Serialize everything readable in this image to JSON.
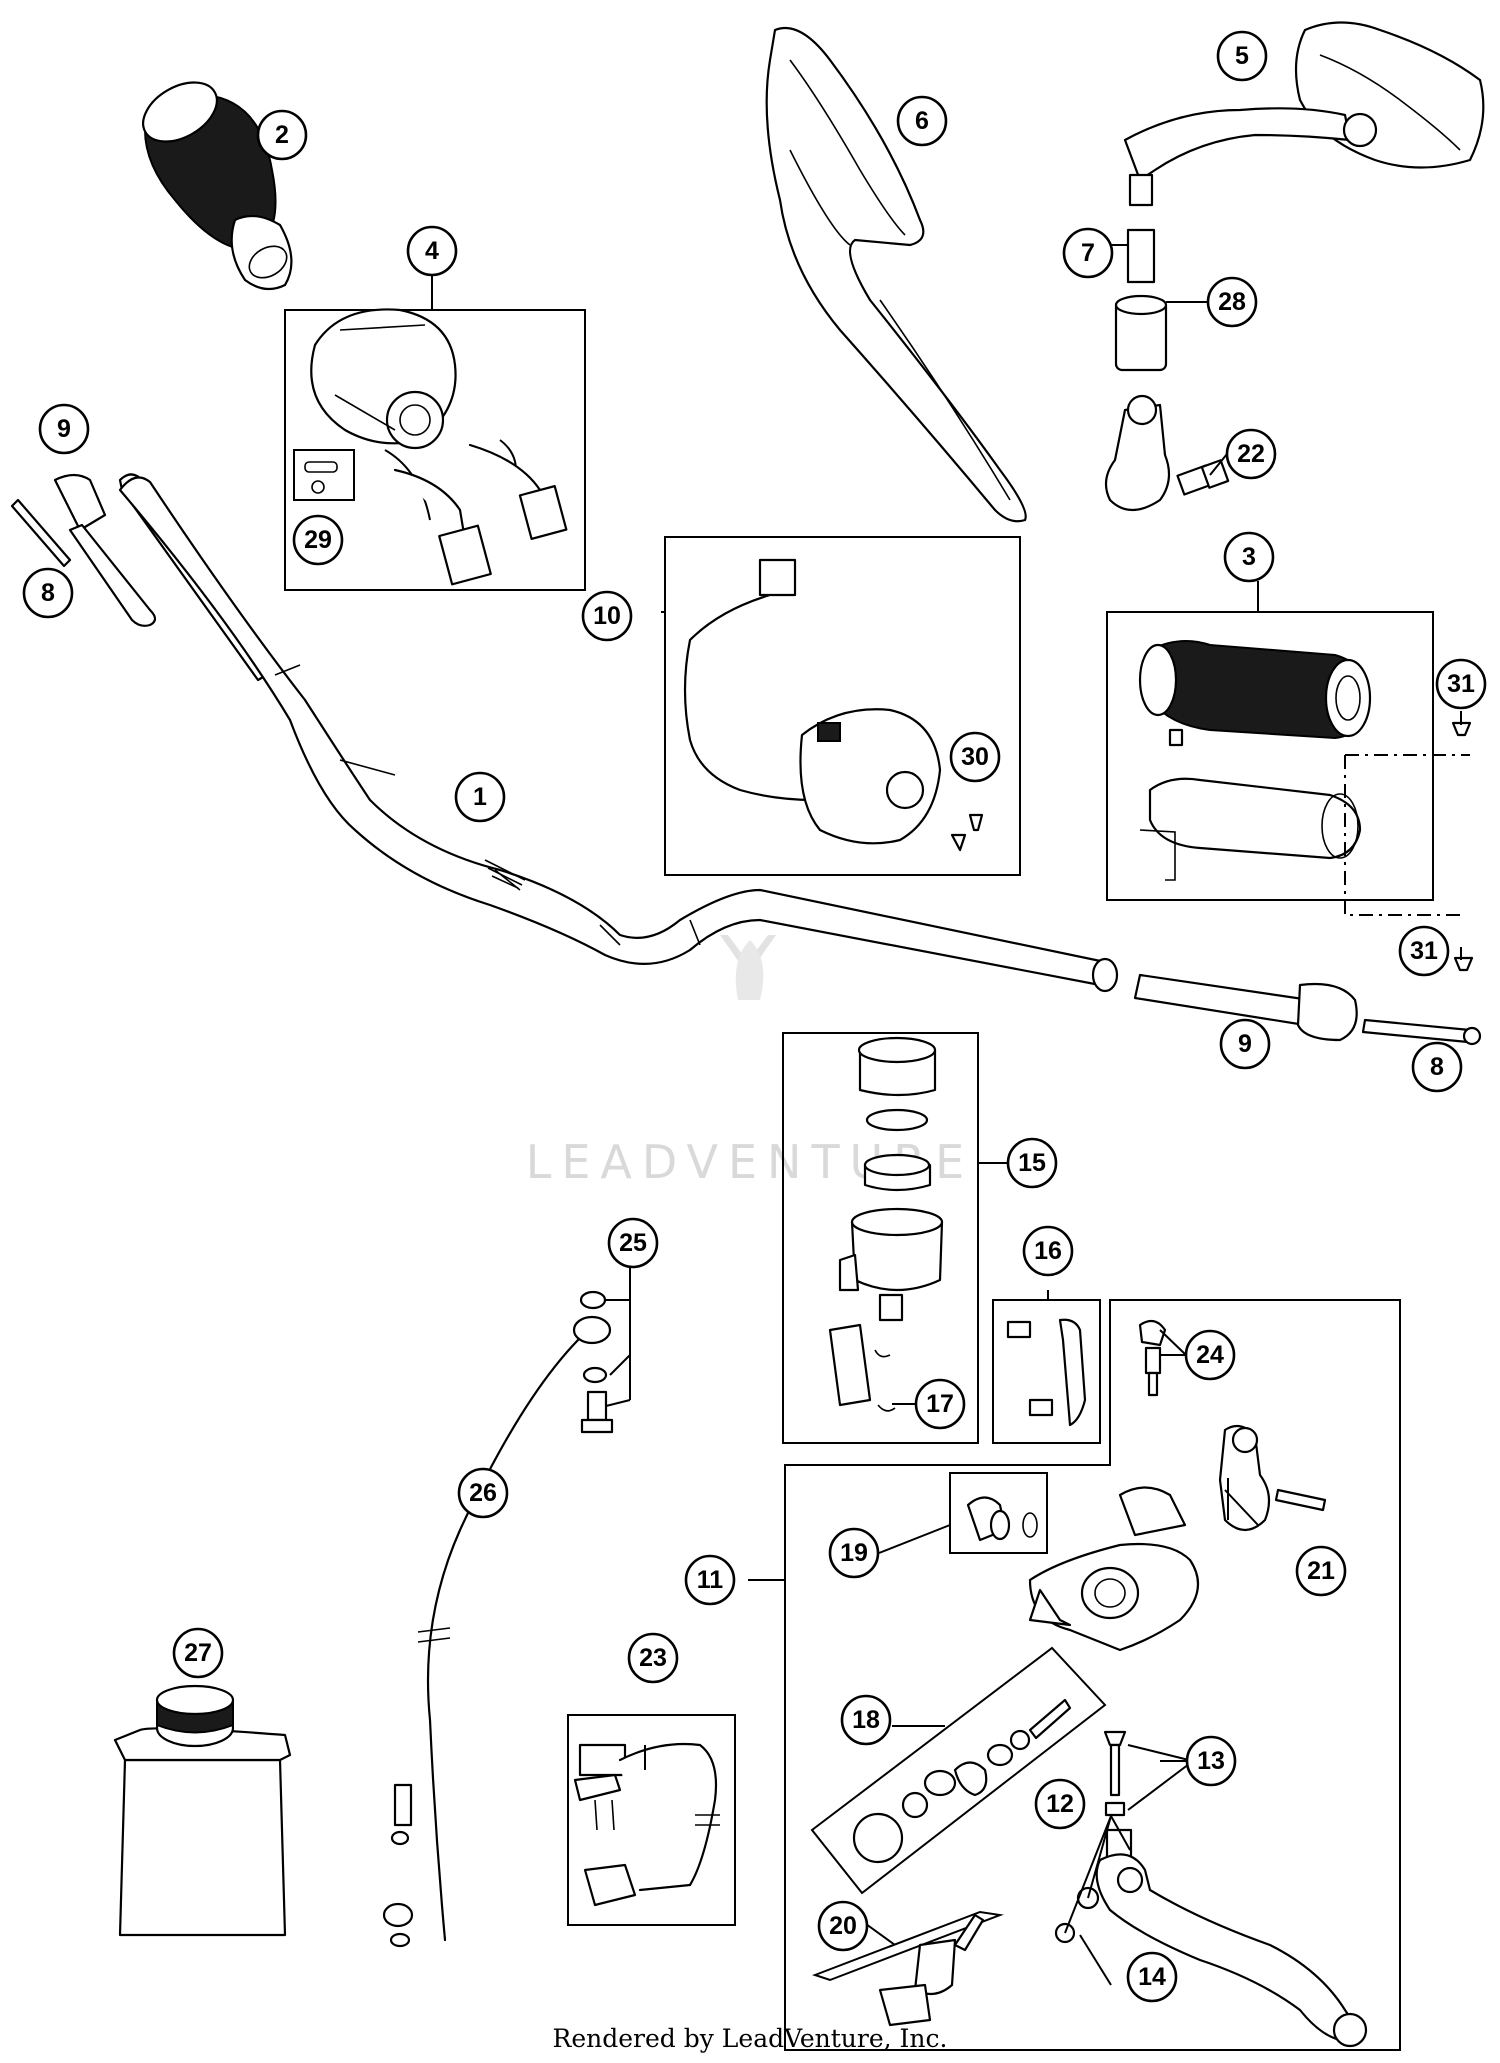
{
  "watermark": "LEADVENTURE",
  "footer": "Rendered by LeadVenture, Inc.",
  "callouts": [
    {
      "id": "c1",
      "label": "1"
    },
    {
      "id": "c2",
      "label": "2"
    },
    {
      "id": "c3",
      "label": "3"
    },
    {
      "id": "c4",
      "label": "4"
    },
    {
      "id": "c5",
      "label": "5"
    },
    {
      "id": "c6",
      "label": "6"
    },
    {
      "id": "c7",
      "label": "7"
    },
    {
      "id": "c8a",
      "label": "8"
    },
    {
      "id": "c8b",
      "label": "8"
    },
    {
      "id": "c9a",
      "label": "9"
    },
    {
      "id": "c9b",
      "label": "9"
    },
    {
      "id": "c10",
      "label": "10"
    },
    {
      "id": "c11",
      "label": "11"
    },
    {
      "id": "c12",
      "label": "12"
    },
    {
      "id": "c13",
      "label": "13"
    },
    {
      "id": "c14",
      "label": "14"
    },
    {
      "id": "c15",
      "label": "15"
    },
    {
      "id": "c16",
      "label": "16"
    },
    {
      "id": "c17",
      "label": "17"
    },
    {
      "id": "c18",
      "label": "18"
    },
    {
      "id": "c19",
      "label": "19"
    },
    {
      "id": "c20",
      "label": "20"
    },
    {
      "id": "c21",
      "label": "21"
    },
    {
      "id": "c22",
      "label": "22"
    },
    {
      "id": "c23",
      "label": "23"
    },
    {
      "id": "c24",
      "label": "24"
    },
    {
      "id": "c25",
      "label": "25"
    },
    {
      "id": "c26",
      "label": "26"
    },
    {
      "id": "c27",
      "label": "27"
    },
    {
      "id": "c28",
      "label": "28"
    },
    {
      "id": "c29",
      "label": "29"
    },
    {
      "id": "c30",
      "label": "30"
    },
    {
      "id": "c31a",
      "label": "31"
    },
    {
      "id": "c31b",
      "label": "31"
    }
  ]
}
